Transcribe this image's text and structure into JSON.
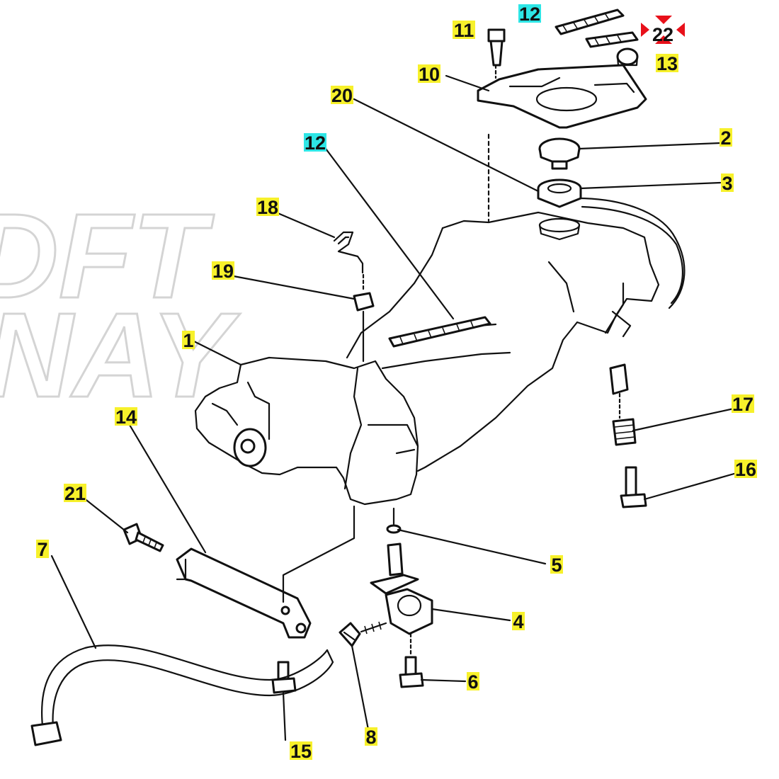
{
  "watermark": {
    "line1": "DFT",
    "line2": "NAY"
  },
  "colors": {
    "label_highlight": "#f7f12b",
    "label_highlight_alt": "#2ee6e6",
    "marker_red": "#e8101a",
    "line": "#111111"
  },
  "callouts": [
    {
      "id": "c1",
      "number": "1"
    },
    {
      "id": "c2",
      "number": "2"
    },
    {
      "id": "c3",
      "number": "3"
    },
    {
      "id": "c4",
      "number": "4"
    },
    {
      "id": "c5",
      "number": "5"
    },
    {
      "id": "c6",
      "number": "6"
    },
    {
      "id": "c7",
      "number": "7"
    },
    {
      "id": "c8",
      "number": "8"
    },
    {
      "id": "c10",
      "number": "10"
    },
    {
      "id": "c11",
      "number": "11"
    },
    {
      "id": "c12a",
      "number": "12"
    },
    {
      "id": "c12b",
      "number": "12"
    },
    {
      "id": "c13",
      "number": "13"
    },
    {
      "id": "c14",
      "number": "14"
    },
    {
      "id": "c15",
      "number": "15"
    },
    {
      "id": "c16",
      "number": "16"
    },
    {
      "id": "c17",
      "number": "17"
    },
    {
      "id": "c18",
      "number": "18"
    },
    {
      "id": "c19",
      "number": "19"
    },
    {
      "id": "c20",
      "number": "20"
    },
    {
      "id": "c21",
      "number": "21"
    },
    {
      "id": "c22",
      "number": "22"
    }
  ]
}
